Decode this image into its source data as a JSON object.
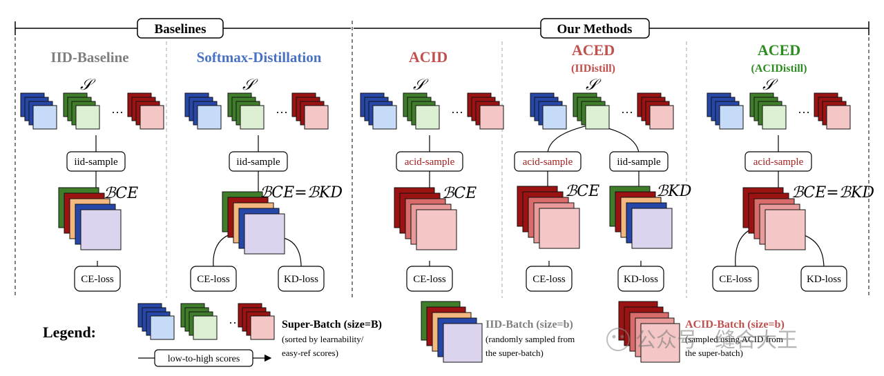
{
  "groups": {
    "baselines": "Baselines",
    "our_methods": "Our Methods"
  },
  "methods": {
    "iid_baseline": "IID-Baseline",
    "softmax_distillation": "Softmax-Distillation",
    "acid": "ACID",
    "aced_iid": "ACED",
    "aced_iid_sub": "(IIDistill)",
    "aced_acid": "ACED",
    "aced_acid_sub": "(ACIDistill)"
  },
  "symbols": {
    "super_batch": "𝒮",
    "b_ce": "ℬCE",
    "b_kd": "ℬKD",
    "b_ce_eq_kd": "ℬCE=ℬKD",
    "ellipsis": "···"
  },
  "boxes": {
    "iid_sample": "iid-sample",
    "acid_sample": "acid-sample",
    "ce_loss": "CE-loss",
    "kd_loss": "KD-loss"
  },
  "legend": {
    "label": "Legend:",
    "super_batch_title": "Super-Batch (size=B)",
    "super_batch_desc1": "(sorted by learnability/",
    "super_batch_desc2": "easy-ref scores)",
    "scores_arrow": "low-to-high scores",
    "iid_batch_title": "IID-Batch (size=b)",
    "iid_batch_desc1": "(randomly sampled from",
    "iid_batch_desc2": "the super-batch)",
    "acid_batch_title": "ACID-Batch (size=b)",
    "acid_batch_desc1": "(sampled using ACID from",
    "acid_batch_desc2": "the super-batch)"
  },
  "watermark": "公众号 · 缝合大王",
  "colors": {
    "blue_dark": "#2747a8",
    "blue_light": "#c6dbf7",
    "green_dark": "#3f7d2a",
    "green_light": "#dcefd2",
    "red_dark": "#9b1212",
    "red_light": "#f5c6c6",
    "orange": "#f2b880",
    "lavender": "#dcd3ee",
    "title_gray": "#7f7f7f",
    "title_blue": "#4a72c4",
    "title_red": "#c0504d",
    "title_green": "#2e8b22",
    "sample_red": "#a32020"
  }
}
